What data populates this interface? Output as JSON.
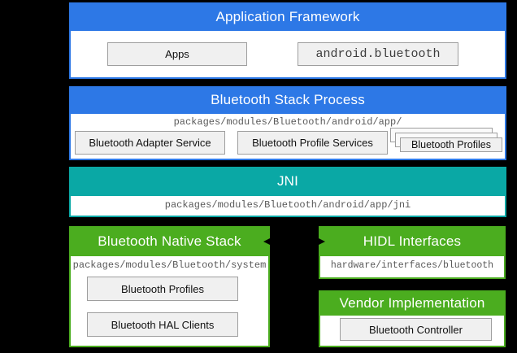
{
  "colors": {
    "header_blue": "#2D78E6",
    "header_teal": "#0AA8A5",
    "header_green": "#4BAD1F",
    "box_fill": "#F0F0F0",
    "box_border": "#9E9E9E",
    "path_text": "#5A5A5A",
    "background": "#000000"
  },
  "sections": {
    "application_framework": {
      "title": "Application Framework",
      "boxes": {
        "apps": "Apps",
        "api": "android.bluetooth"
      }
    },
    "stack_process": {
      "title": "Bluetooth Stack Process",
      "path": "packages/modules/Bluetooth/android/app/",
      "boxes": {
        "adapter_service": "Bluetooth Adapter Service",
        "profile_services": "Bluetooth Profile Services",
        "profiles_stack": "Bluetooth Profiles"
      }
    },
    "jni": {
      "title": "JNI",
      "path": "packages/modules/Bluetooth/android/app/jni"
    },
    "native_stack": {
      "title": "Bluetooth Native Stack",
      "path": "packages/modules/Bluetooth/system",
      "boxes": {
        "profiles": "Bluetooth Profiles",
        "hal_clients": "Bluetooth HAL Clients"
      }
    },
    "hidl": {
      "title": "HIDL Interfaces",
      "path": "hardware/interfaces/bluetooth"
    },
    "vendor": {
      "title": "Vendor Implementation",
      "boxes": {
        "controller": "Bluetooth Controller"
      }
    }
  }
}
